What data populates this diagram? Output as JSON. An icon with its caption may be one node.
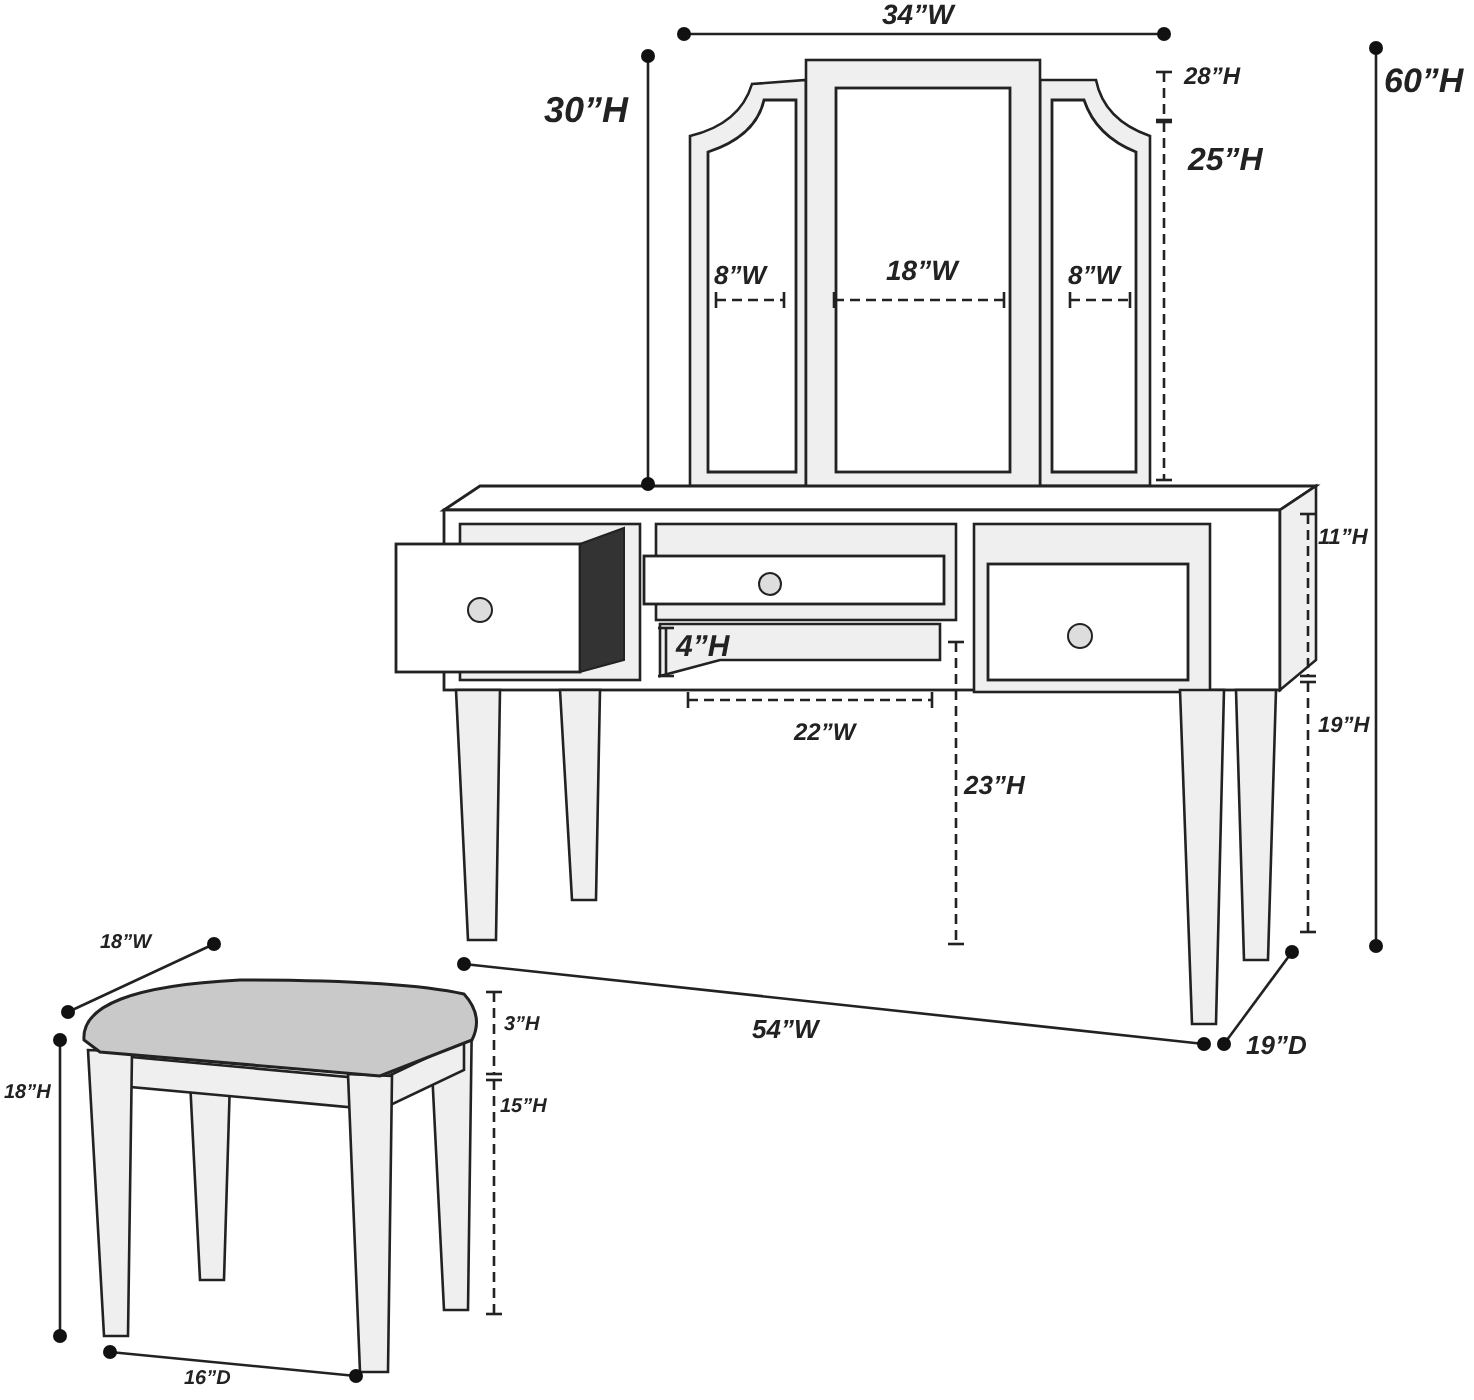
{
  "diagram": {
    "labels": [
      "34”W",
      "28”H",
      "30”H",
      "60”H",
      "25”H",
      "8”W",
      "18”W",
      "8”W",
      "11”H",
      "4”H",
      "22”W",
      "19”H",
      "23”H",
      "54”W",
      "18”W",
      "19”D",
      "3”H",
      "18”H",
      "15”H",
      "16”D"
    ]
  }
}
